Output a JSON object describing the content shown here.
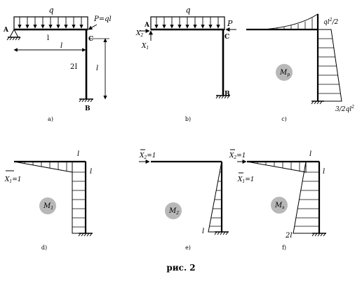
{
  "figure": {
    "caption": "рис. 2",
    "panel_labels": [
      "a)",
      "b)",
      "c)",
      "d)",
      "e)",
      "f)"
    ]
  },
  "panel_a": {
    "load_q": "q",
    "force": "P=ql",
    "node_A": "A",
    "node_B": "B",
    "node_C": "C",
    "span_label": "l",
    "dim_horizontal": "l",
    "stiffness_column": "2I",
    "dim_vertical": "l"
  },
  "panel_b": {
    "load_q": "q",
    "force": "P",
    "node_A": "A",
    "node_B": "B",
    "node_C": "C",
    "x2_main": "X",
    "x2_sub": "2",
    "x1_main": "X",
    "x1_sub": "1"
  },
  "panel_c": {
    "circle_main": "M",
    "circle_sub": "p",
    "top_value_base": "ql",
    "top_value_sup": "2",
    "top_value_tail": "/2",
    "bottom_value_base": "3/2ql",
    "bottom_value_sup": "2"
  },
  "panel_d": {
    "circle_main": "M",
    "circle_sub": "1",
    "x_label_main": "X",
    "x_label_sub": "1",
    "x_label_tail": "=1",
    "top_value": "l",
    "side_value": "l"
  },
  "panel_e": {
    "circle_main": "M",
    "circle_sub": "2",
    "x_label_main": "X",
    "x_label_sub": "2",
    "x_label_tail": "=1",
    "bottom_value": "l"
  },
  "panel_f": {
    "circle_main": "M",
    "circle_sub": "s",
    "x2_label_main": "X",
    "x2_label_sub": "2",
    "x2_label_tail": "=1",
    "x1_label_main": "X",
    "x1_label_sub": "1",
    "x1_label_tail": "=1",
    "top_value": "l",
    "side_value": "l",
    "bottom_value": "2l"
  }
}
